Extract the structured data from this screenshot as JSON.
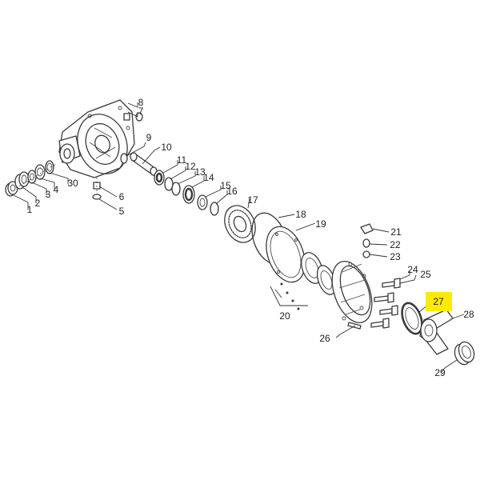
{
  "diagram": {
    "callouts": [
      "1",
      "2",
      "3",
      "4",
      "5",
      "6",
      "7",
      "8",
      "9",
      "10",
      "11",
      "12",
      "13",
      "14",
      "15",
      "16",
      "17",
      "18",
      "19",
      "20",
      "21",
      "22",
      "23",
      "24",
      "25",
      "26",
      "27",
      "28",
      "29",
      "30"
    ],
    "highlighted": "27",
    "highlight_color": "#ffea00"
  }
}
